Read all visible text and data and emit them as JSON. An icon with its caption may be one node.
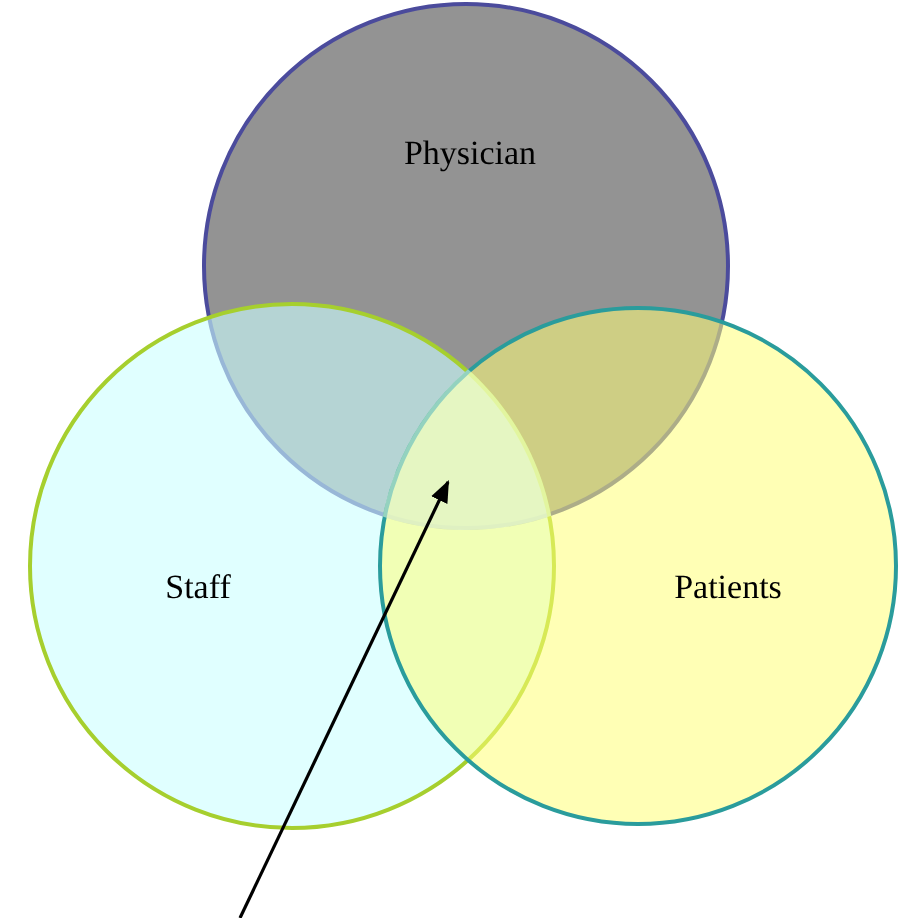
{
  "diagram": {
    "nodes": [
      {
        "text": [
          "Physician"
        ]
      },
      {
        "text": [
          "Staff"
        ]
      },
      {
        "text": [
          "Patients"
        ]
      },
      {
        "text": [],
        "shape": "region"
      }
    ],
    "edges": [
      {
        "from": null,
        "to": 3,
        "arrow": "to"
      }
    ]
  }
}
